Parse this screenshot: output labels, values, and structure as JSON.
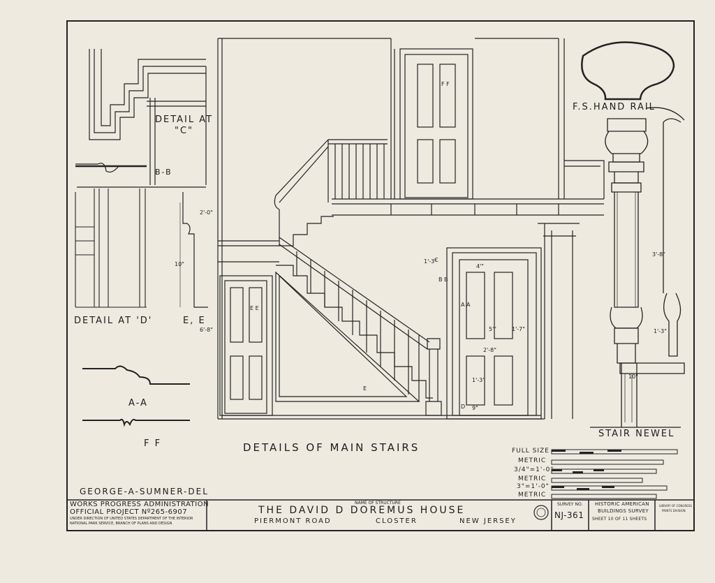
{
  "labels": {
    "detail_c_1": "DETAIL AT",
    "detail_c_2": "\"C\"",
    "bb": "B-B",
    "detail_d": "DETAIL AT 'D'",
    "ee": "E, E",
    "aa": "A-A",
    "ff_caption": "F F",
    "hand_rail": "F.S.HAND RAIL",
    "stair_newel": "STAIR NEWEL",
    "main_caption": "DETAILS OF MAIN STAIRS",
    "delineator": "GEORGE-A-SUMNER-DEL",
    "ff_door_upper": "F F",
    "ee_door": "E E",
    "bb_door": "B B",
    "aa_door": "A A",
    "c_mark": "C",
    "d_mark": "D",
    "e_mark": "E"
  },
  "dimensions": [
    "2'-0\"",
    "10\"",
    "6'-8\"",
    "1'-3\"",
    "2'-8\"",
    "4'\"",
    "5'\"",
    "1'-7\"",
    "1'-3\"",
    "9\"",
    "1'-3\"",
    "10\"",
    "3'-8\""
  ],
  "scales": {
    "rows": [
      "FULL SIZE",
      "METRIC",
      "3/4\"=1'-0\"",
      "METRIC",
      "3\"=1'-0\"",
      "METRIC"
    ]
  },
  "title_block": {
    "wpa_line1": "WORKS PROGRESS ADMINISTRATION",
    "wpa_line2": "OFFICIAL PROJECT Nº265-6907",
    "wpa_line3": "UNDER DIRECTION OF UNITED STATES DEPARTMENT OF THE INTERIOR",
    "wpa_line4": "NATIONAL PARK SERVICE, BRANCH OF PLANS AND DESIGN",
    "name_label": "NAME OF STRUCTURE",
    "structure_name": "THE DAVID D DOREMUS HOUSE",
    "road": "PIERMONT ROAD",
    "town": "CLOSTER",
    "state": "NEW JERSEY",
    "survey_label": "SURVEY NO.",
    "survey_no": "NJ-361",
    "habs_line1": "HISTORIC AMERICAN",
    "habs_line2": "BUILDINGS SURVEY",
    "sheet_text": "SHEET 10 OF 11 SHEETS",
    "loc_line1": "LIBRARY OF CONGRESS",
    "loc_line2": "PRINTS DIVISION"
  }
}
